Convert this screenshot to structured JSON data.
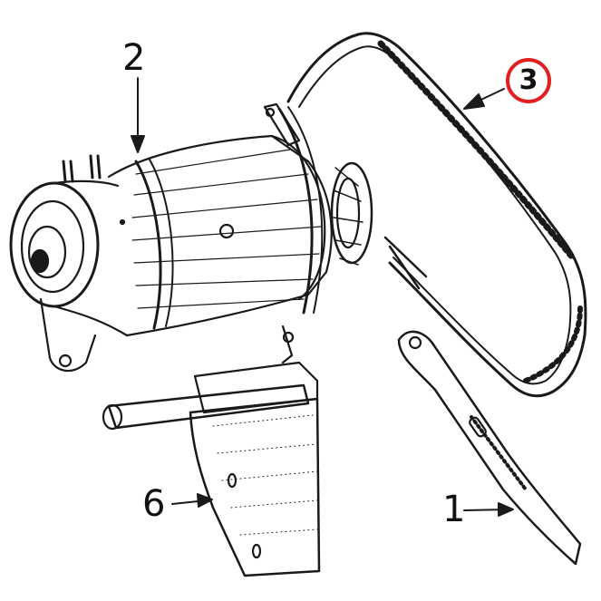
{
  "callouts": {
    "belt": "3",
    "generator": "2",
    "adjusting_arm": "1",
    "mounting_bracket": "6"
  },
  "colors": {
    "line": "#1a1a1a",
    "highlight_ring": "#e02020",
    "background": "#ffffff"
  }
}
